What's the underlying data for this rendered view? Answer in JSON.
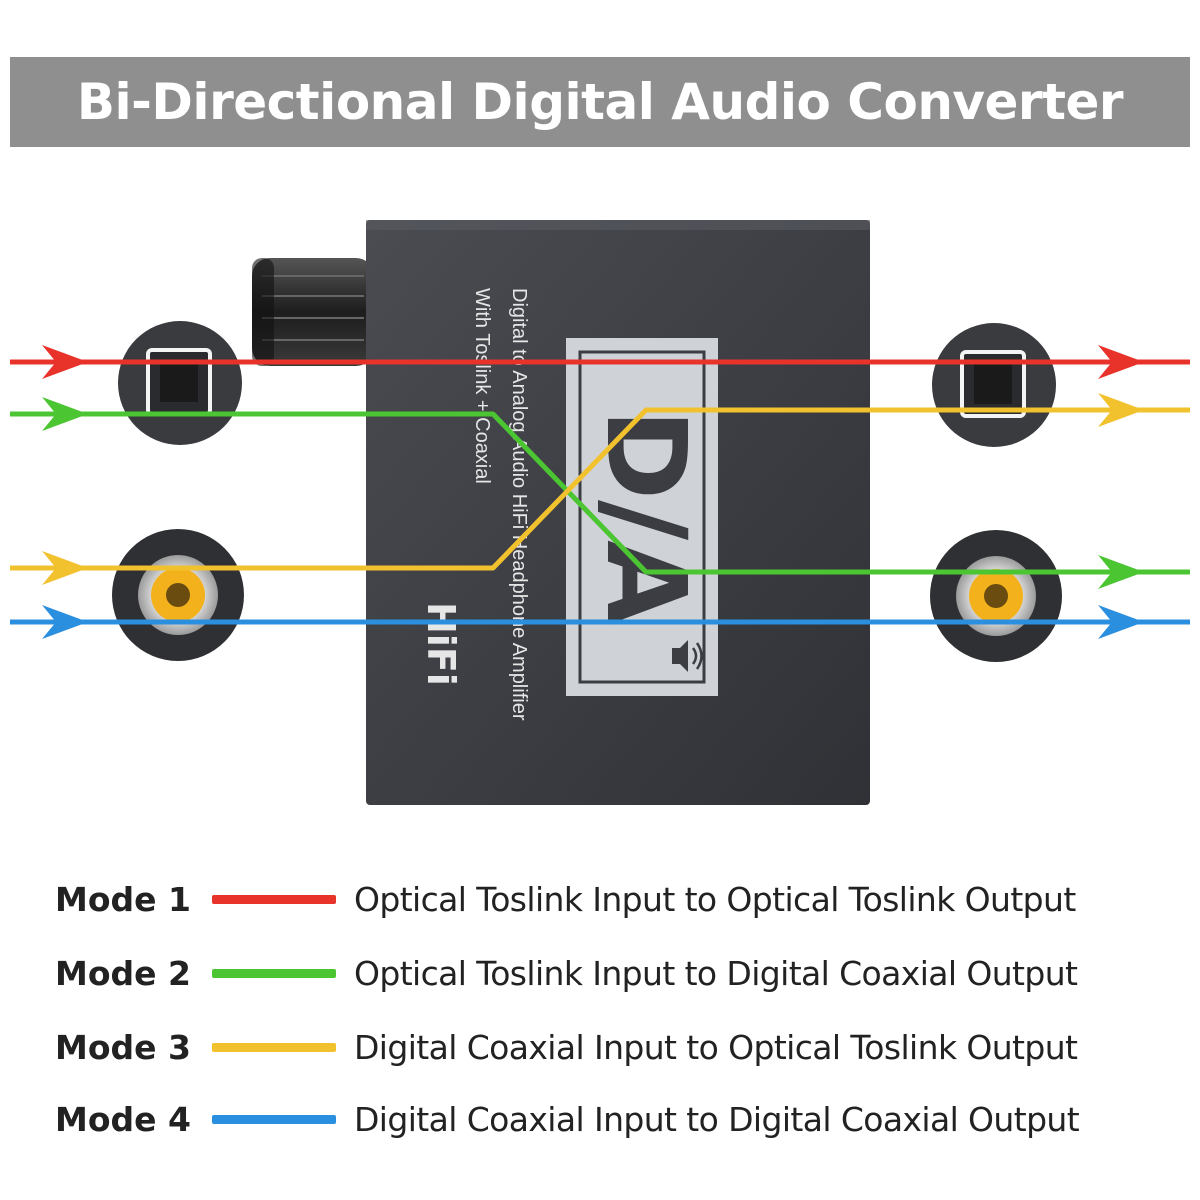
{
  "title": "Bi-Directional Digital Audio Converter",
  "device": {
    "vertical_text_line1": "Digital to Analog Audio HiFi Headphone Amplifier",
    "vertical_text_line2": "With Toslink + Coaxial",
    "hifi_label": "HiFi",
    "logo_text": "D/A",
    "body_color": "#3b3d42",
    "knob_color": "#2a2a2a"
  },
  "modes": [
    {
      "label": "Mode 1",
      "description": "Optical Toslink Input to Optical Toslink Output",
      "color": "#e8332a"
    },
    {
      "label": "Mode 2",
      "description": "Optical Toslink Input to Digital Coaxial Output",
      "color": "#4cc532"
    },
    {
      "label": "Mode 3",
      "description": "Digital Coaxial Input to Optical Toslink Output",
      "color": "#f2c12e"
    },
    {
      "label": "Mode 4",
      "description": "Digital Coaxial Input to Digital Coaxial Output",
      "color": "#2b8fe0"
    }
  ],
  "ports": {
    "left": [
      "optical-input",
      "coaxial-input"
    ],
    "right": [
      "optical-output",
      "coaxial-output"
    ],
    "coax_center_color": "#f3b21b"
  }
}
